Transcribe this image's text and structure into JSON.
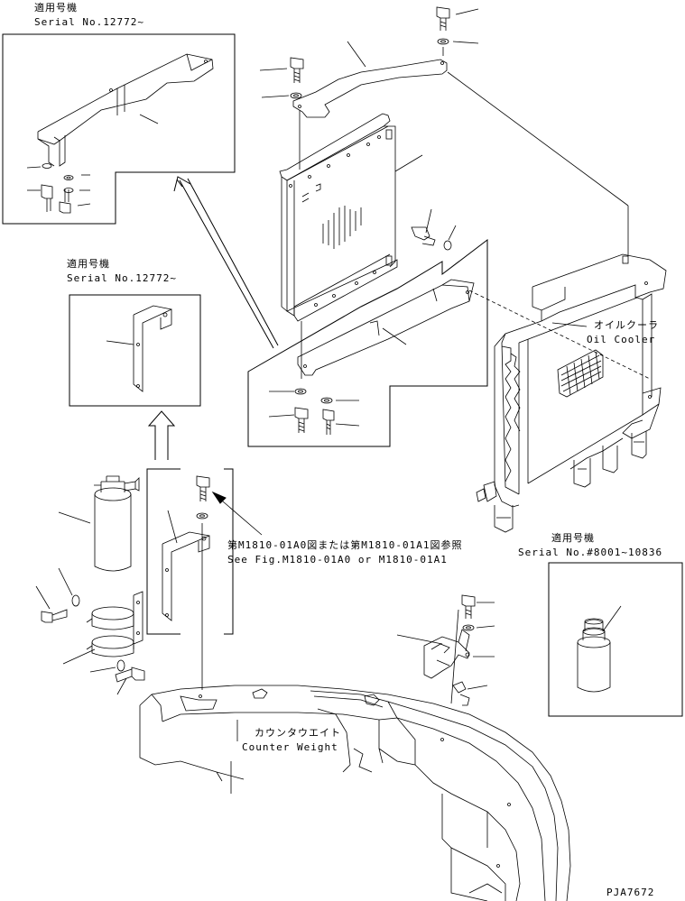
{
  "labels": {
    "applicable_jp": "適用号機",
    "serial_12772": "Serial No.12772~",
    "serial_8001": "Serial No.#8001~10836",
    "ref_jp": "第M1810-01A0図または第M1810-01A1図参照",
    "ref_en": "See Fig.M1810-01A0 or M1810-01A1",
    "oil_cooler_jp": "オイルクーラ",
    "oil_cooler_en": "Oil Cooler",
    "counterweight_jp": "カウンタウエイト",
    "counterweight_en": "Counter Weight",
    "code": "PJA7672"
  }
}
